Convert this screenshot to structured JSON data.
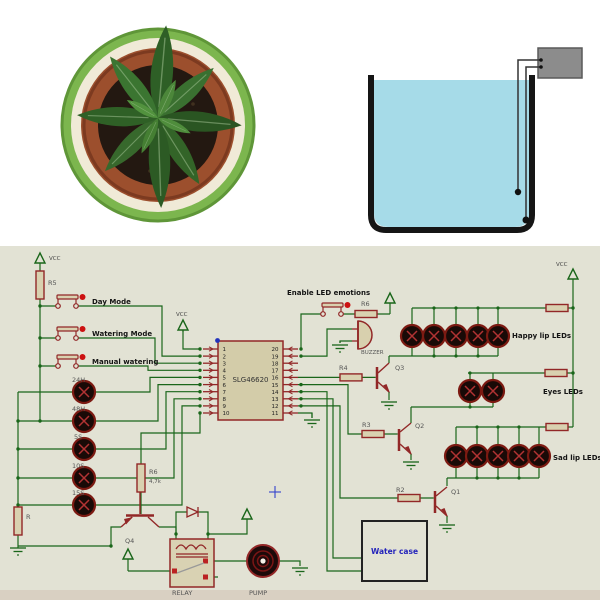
{
  "schematic": {
    "chip": {
      "name": "SLG46620",
      "left_pins": [
        "1",
        "2",
        "3",
        "4",
        "5",
        "6",
        "7",
        "8",
        "9",
        "10"
      ],
      "right_pins": [
        "20",
        "19",
        "18",
        "17",
        "16",
        "15",
        "14",
        "13",
        "12",
        "11"
      ]
    },
    "power": {
      "vcc_top_left": "VCC",
      "vcc_chip": "VCC",
      "vcc_right": "VCC"
    },
    "buttons": {
      "day": "Day Mode",
      "watering": "Watering Mode",
      "manual": "Manual watering",
      "enable": "Enable LED emotions"
    },
    "selectors": [
      "24H",
      "48H",
      "5S",
      "10S",
      "15S"
    ],
    "resistors": {
      "r5": "R5",
      "r": "R",
      "r6_mid": "R6",
      "r6_mid_value": "4,7k",
      "r6_enable": "R6",
      "r4": "R4",
      "r3": "R3",
      "r2": "R2"
    },
    "transistors": {
      "q1": "Q1",
      "q2": "Q2",
      "q3": "Q3",
      "q4": "Q4"
    },
    "led_groups": {
      "happy": "Happy lip LEDs",
      "eyes": "Eyes LEDs",
      "sad": "Sad lip LEDs"
    },
    "parts": {
      "buzzer": "BUZZER",
      "relay": "RELAY",
      "pump": "PUMP",
      "water_case": "Water case"
    },
    "colors": {
      "background": "#e2e2d4",
      "wire_green": "#1a661a",
      "component_red": "#922727",
      "water_blue": "#a6dbe8",
      "water_case_text": "#2424bb"
    }
  }
}
